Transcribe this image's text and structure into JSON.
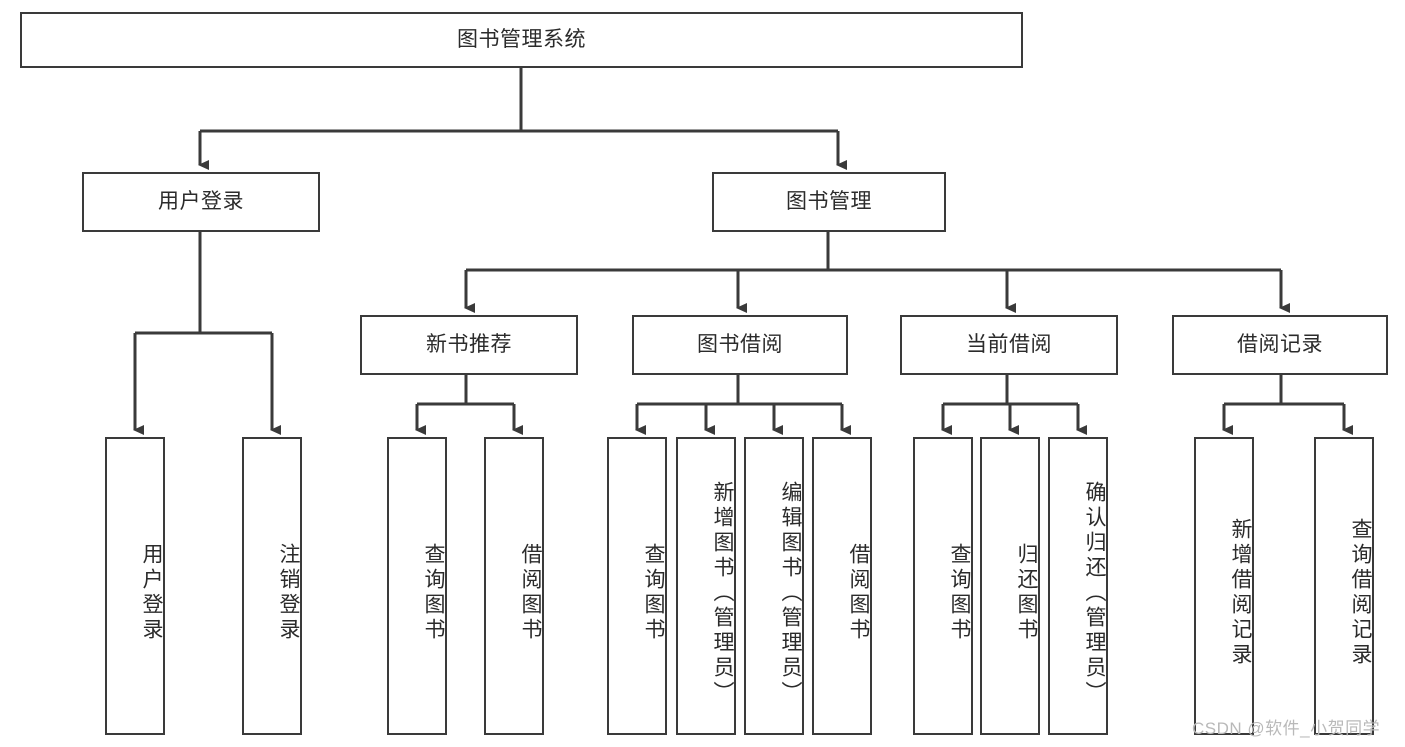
{
  "diagram": {
    "title": "图书管理系统",
    "type": "功能结构图",
    "stroke_color": "#3a3a3a",
    "fill_color": "#ffffff",
    "text_color": "#2b2b2b",
    "root": {
      "label": "图书管理系统"
    },
    "level2": [
      {
        "label": "用户登录"
      },
      {
        "label": "图书管理"
      }
    ],
    "level3": [
      {
        "label": "新书推荐"
      },
      {
        "label": "图书借阅"
      },
      {
        "label": "当前借阅"
      },
      {
        "label": "借阅记录"
      }
    ],
    "leaves": {
      "user_login": [
        {
          "label": "用户登录"
        },
        {
          "label": "注销登录"
        }
      ],
      "new_book_recommend": [
        {
          "label": "查询图书"
        },
        {
          "label": "借阅图书"
        }
      ],
      "book_borrow": [
        {
          "label": "查询图书"
        },
        {
          "label": "新增图书（管理员）"
        },
        {
          "label": "编辑图书（管理员）"
        },
        {
          "label": "借阅图书"
        }
      ],
      "current_borrow": [
        {
          "label": "查询图书"
        },
        {
          "label": "归还图书"
        },
        {
          "label": "确认归还（管理员）"
        }
      ],
      "borrow_record": [
        {
          "label": "新增借阅记录"
        },
        {
          "label": "查询借阅记录"
        }
      ]
    }
  },
  "watermark": {
    "text": "CSDN @软件_小贺同学"
  }
}
